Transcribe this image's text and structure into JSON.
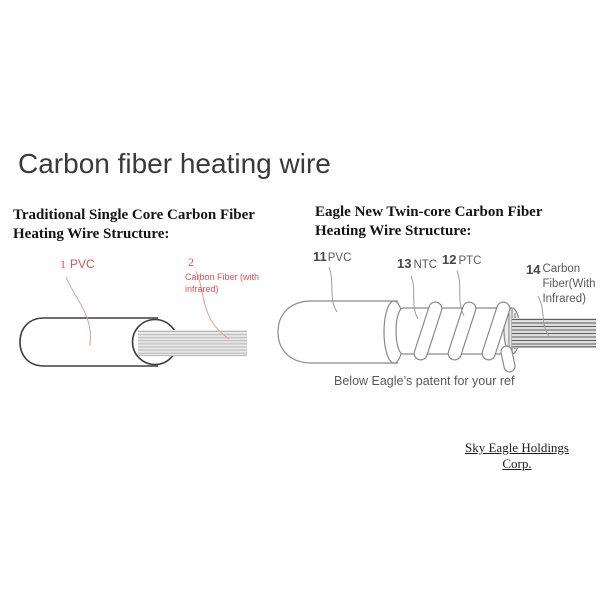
{
  "page": {
    "title": "Carbon fiber heating wire"
  },
  "sections": {
    "left": {
      "heading_lines": [
        "Traditional Single Core Carbon Fiber",
        "Heating Wire Structure:"
      ],
      "labels": [
        {
          "number": "1",
          "name": "PVC"
        },
        {
          "number": "2",
          "name": "Carbon Fiber (with infrared)"
        }
      ]
    },
    "right": {
      "heading_lines": [
        "Eagle New Twin-core Carbon Fiber",
        "Heating Wire Structure:"
      ],
      "labels": [
        {
          "number": "11",
          "name": "PVC"
        },
        {
          "number": "13",
          "name": "NTC"
        },
        {
          "number": "12",
          "name": "PTC"
        },
        {
          "number": "14",
          "name": "Carbon Fiber(With Infrared)"
        }
      ],
      "caption": "Below Eagle’s patent for your ref"
    },
    "footer": {
      "company": "Sky Eagle Holdings Corp."
    }
  },
  "colors": {
    "title_text": "#3a3a3a",
    "heading_text": "#141414",
    "left_label_red": "#e0514f",
    "left_leader_pink": "#e59a9a",
    "right_label_gray": "#5a5a5a",
    "right_label_number": "#474747",
    "outline_dark": "#3f3f3f",
    "outline_gray": "#8a8a8a",
    "leader_gray": "#9c9c9c",
    "caption_gray": "#595959",
    "fiber_line_left": "#b8b8b8",
    "fiber_line_right": "#5f5f5f",
    "footer_text": "#1b1b1b",
    "background": "#ffffff"
  }
}
